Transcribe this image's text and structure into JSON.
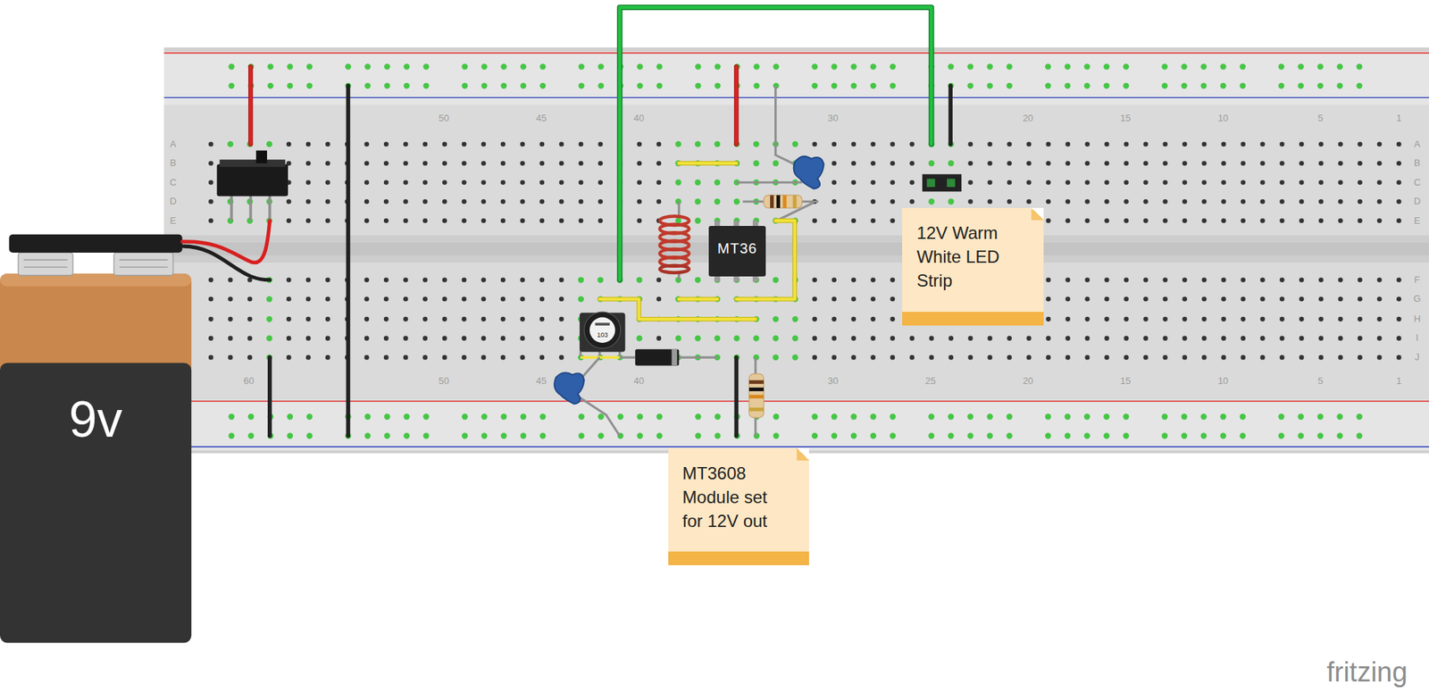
{
  "diagram": {
    "nodes": [
      {
        "text": [
          "9v"
        ]
      },
      {
        "text": [
          "MT36"
        ]
      },
      {
        "text": [
          "12V Warm White LED Strip"
        ]
      },
      {
        "text": [
          "MT3608 Module set for 12V out"
        ]
      }
    ],
    "labels": [
      "50",
      "45",
      "40",
      "30",
      "20",
      "15",
      "10",
      "5",
      "1",
      "A",
      "B",
      "C",
      "D",
      "E",
      "A",
      "B",
      "C",
      "D",
      "E",
      "F",
      "G",
      "H",
      "I",
      "J",
      "103",
      "60",
      "50",
      "45",
      "40",
      "30",
      "25",
      "20",
      "15",
      "10",
      "5",
      "1",
      "fritzing"
    ]
  }
}
